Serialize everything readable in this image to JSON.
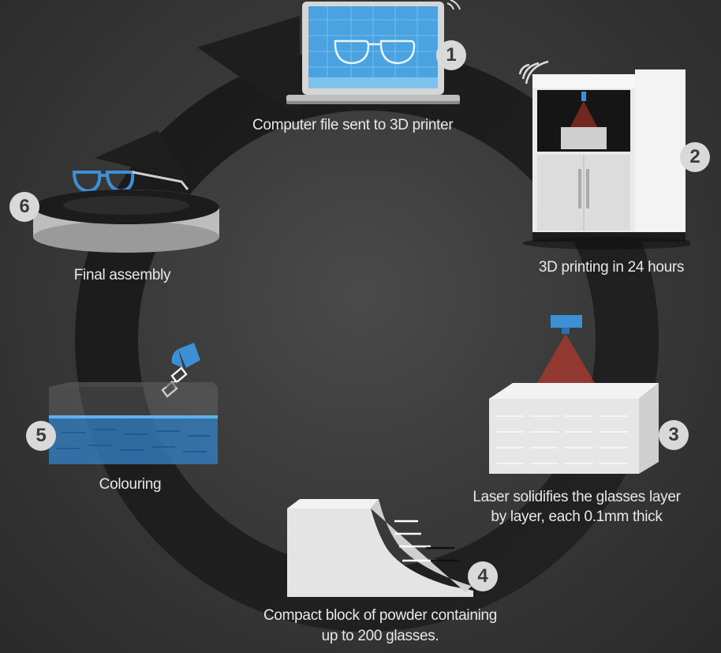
{
  "steps": [
    {
      "number": "1",
      "caption": "Computer file sent to 3D printer",
      "icon": "laptop-icon"
    },
    {
      "number": "2",
      "caption": "3D printing in 24 hours",
      "icon": "3d-printer-icon"
    },
    {
      "number": "3",
      "caption_line1": "Laser solidifies the glasses layer",
      "caption_line2": "by layer, each 0.1mm thick",
      "icon": "laser-block-icon"
    },
    {
      "number": "4",
      "caption_line1": "Compact block of powder containing",
      "caption_line2": "up to 200 glasses.",
      "icon": "powder-block-icon"
    },
    {
      "number": "5",
      "caption": "Colouring",
      "icon": "dye-bath-icon"
    },
    {
      "number": "6",
      "caption": "Final assembly",
      "icon": "assembly-platform-icon"
    }
  ],
  "colors": {
    "background": "#3a3a3a",
    "arrow": "#1e1e1e",
    "badge": "#d9d9d9",
    "accent_blue": "#3d8fd6",
    "laser_red": "#c0392b",
    "caption": "#e8e8e8"
  }
}
